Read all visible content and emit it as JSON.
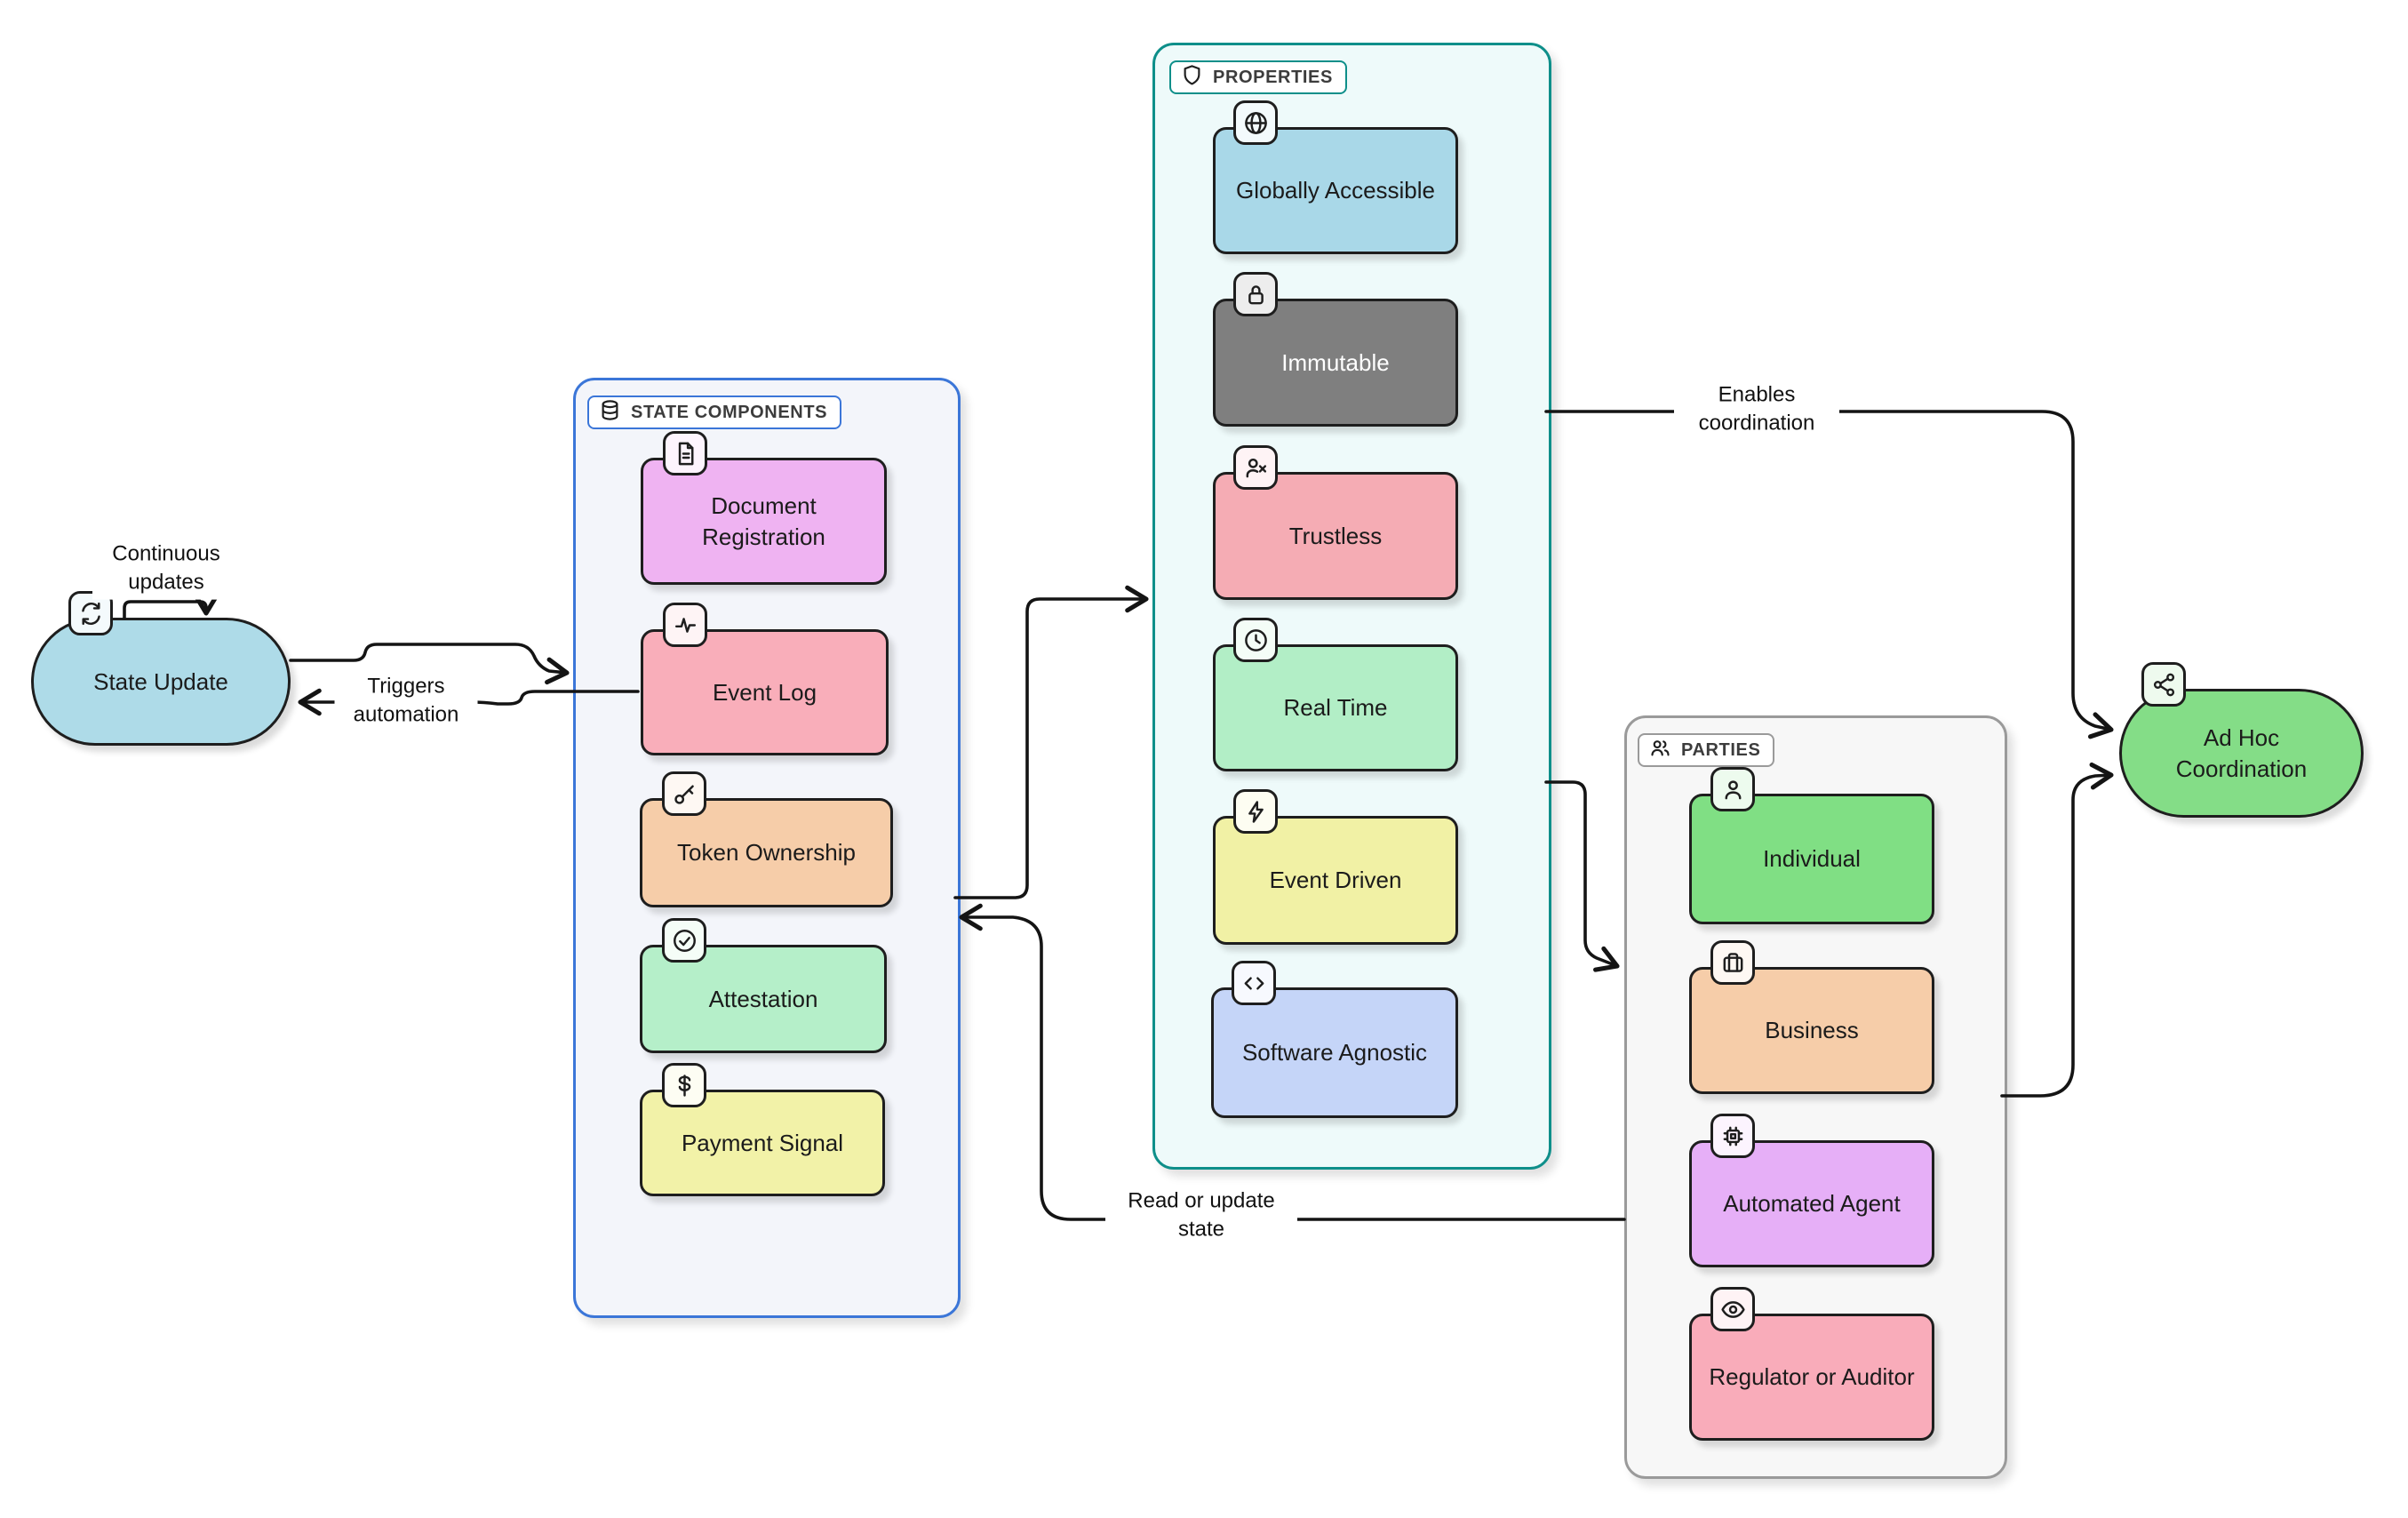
{
  "diagram": {
    "background": "#ffffff",
    "edge_color": "#141414"
  },
  "nodes": {
    "state_update": {
      "label": "State Update",
      "icon": "refresh-icon",
      "fill": "#aedbe8"
    },
    "ad_hoc": {
      "label": "Ad Hoc Coordination",
      "icon": "share-icon",
      "fill": "#84dd87"
    }
  },
  "groups": {
    "state_components": {
      "title": "STATE COMPONENTS",
      "icon": "database-icon",
      "accent": "#3b76d8",
      "fill": "#f3f5fa",
      "nodes": [
        {
          "label": "Document Registration",
          "icon": "document-icon",
          "fill": "#efb3f2"
        },
        {
          "label": "Event Log",
          "icon": "activity-icon",
          "fill": "#f9aeba"
        },
        {
          "label": "Token Ownership",
          "icon": "key-icon",
          "fill": "#f6cda9"
        },
        {
          "label": "Attestation",
          "icon": "check-circle-icon",
          "fill": "#b5efc9"
        },
        {
          "label": "Payment Signal",
          "icon": "dollar-icon",
          "fill": "#f2f2a8"
        }
      ]
    },
    "properties": {
      "title": "PROPERTIES",
      "icon": "shield-icon",
      "accent": "#0e8f8a",
      "fill": "#eefafa",
      "nodes": [
        {
          "label": "Globally Accessible",
          "icon": "globe-icon",
          "fill": "#a9d8e8"
        },
        {
          "label": "Immutable",
          "icon": "lock-icon",
          "fill": "#7f7f7f",
          "text_color": "#ffffff"
        },
        {
          "label": "Trustless",
          "icon": "user-x-icon",
          "fill": "#f5acb4"
        },
        {
          "label": "Real Time",
          "icon": "clock-icon",
          "fill": "#b2eec6"
        },
        {
          "label": "Event Driven",
          "icon": "zap-icon",
          "fill": "#f1f1a5"
        },
        {
          "label": "Software Agnostic",
          "icon": "code-icon",
          "fill": "#c5d5f8"
        }
      ]
    },
    "parties": {
      "title": "PARTIES",
      "icon": "users-icon",
      "accent": "#9a9a9a",
      "fill": "#f7f7f7",
      "nodes": [
        {
          "label": "Individual",
          "icon": "user-icon",
          "fill": "#80df84"
        },
        {
          "label": "Business",
          "icon": "briefcase-icon",
          "fill": "#f6cda9"
        },
        {
          "label": "Automated Agent",
          "icon": "chip-icon",
          "fill": "#e6aff7"
        },
        {
          "label": "Regulator or Auditor",
          "icon": "eye-icon",
          "fill": "#f9acba"
        }
      ]
    }
  },
  "edges": {
    "continuous_updates": {
      "label": "Continuous updates"
    },
    "triggers_automation": {
      "label": "Triggers automation"
    },
    "enables_coordination": {
      "label": "Enables coordination"
    },
    "read_or_update_state": {
      "label": "Read or update state"
    }
  }
}
